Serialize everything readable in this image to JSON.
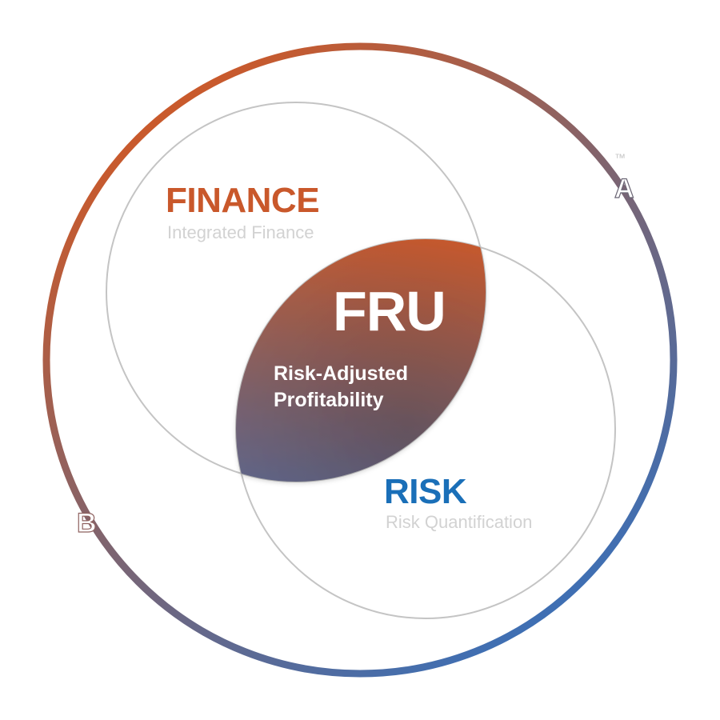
{
  "colors": {
    "finance": "#c9582b",
    "risk": "#1a6fb8",
    "subtitle": "#d2d2d2",
    "circle_stroke": "#c4c4c4",
    "center_text": "#ffffff",
    "gradient_start": "#c95a2c",
    "gradient_mid": "#7d6470",
    "gradient_end": "#3f6fb3"
  },
  "finance": {
    "title": "FINANCE",
    "subtitle": "Integrated Finance"
  },
  "risk": {
    "title": "RISK",
    "subtitle": "Risk Quantification"
  },
  "intersection": {
    "title": "FRU",
    "subtitle_line1": "Risk-Adjusted",
    "subtitle_line2": "Profitability"
  },
  "outer_ring": {
    "trademark": "™"
  }
}
